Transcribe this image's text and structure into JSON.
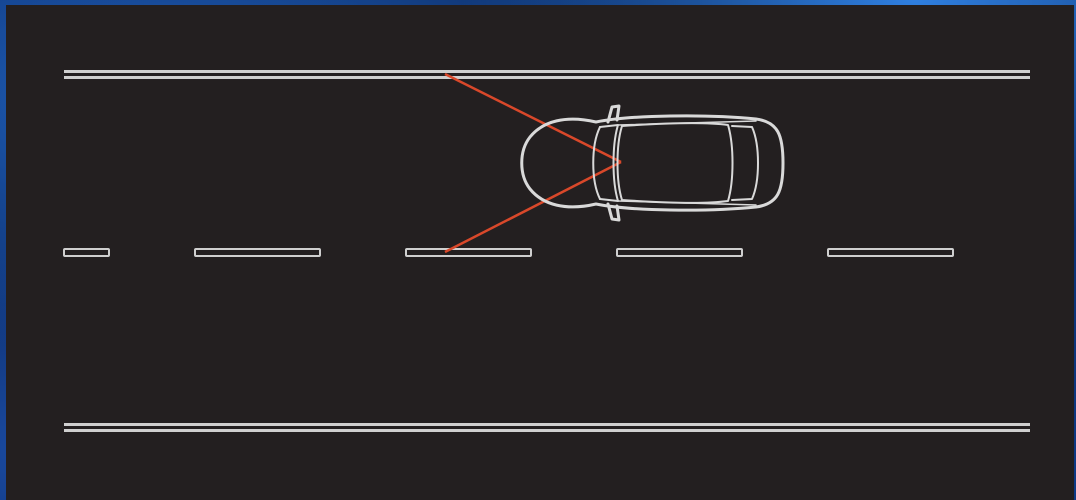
{
  "diagram": {
    "colors": {
      "road": "#231f20",
      "background": "#0c2d6e",
      "lane_marking": "#cfcfcf",
      "car_outline": "#d9d9d9",
      "sensor_line": "#d9482a"
    },
    "icons": [
      "car-top-view-icon"
    ],
    "elements": [
      "top-road-edge",
      "lane-divider-dashed",
      "bottom-road-edge",
      "vehicle",
      "sensor-field-of-view"
    ]
  }
}
